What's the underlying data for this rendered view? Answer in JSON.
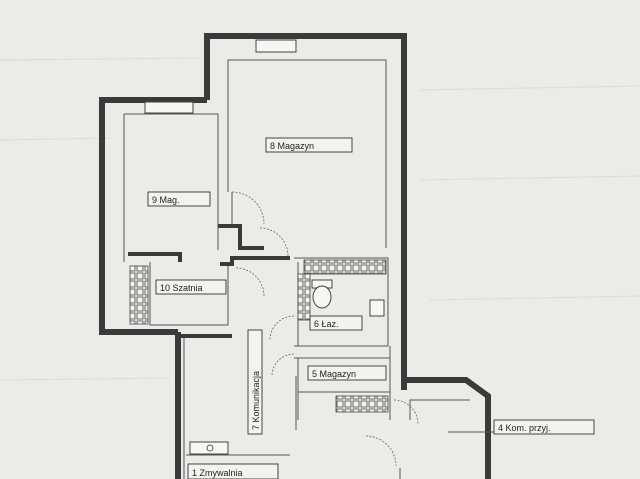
{
  "colors": {
    "paper": "#ecebe7",
    "wall": "#3a3a3a",
    "ink": "#222222"
  },
  "plan": {
    "rooms": [
      {
        "id": "room-8",
        "label": "8 Magazyn"
      },
      {
        "id": "room-9",
        "label": "9 Mag."
      },
      {
        "id": "room-10",
        "label": "10 Szatnia"
      },
      {
        "id": "room-6",
        "label": "6 Łaz."
      },
      {
        "id": "room-5",
        "label": "5 Magazyn"
      },
      {
        "id": "room-7",
        "label": "7 Komunikacja"
      },
      {
        "id": "room-4",
        "label": "4 Kom. przyj."
      },
      {
        "id": "room-1",
        "label": "1 Zmywalnia"
      }
    ]
  }
}
